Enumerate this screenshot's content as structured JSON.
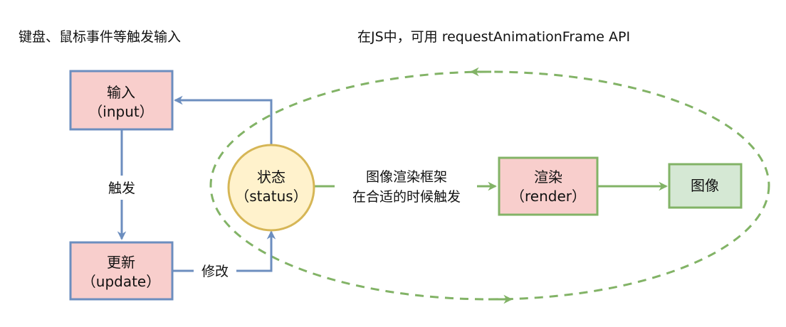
{
  "annotations": {
    "input_events": "键盘、鼠标事件等触发输入",
    "js_api": "在JS中，可用 requestAnimationFrame API"
  },
  "nodes": {
    "input": {
      "line1": "输入",
      "line2": "（input）"
    },
    "update": {
      "line1": "更新",
      "line2": "（update）"
    },
    "status": {
      "line1": "状态",
      "line2": "（status）"
    },
    "render": {
      "line1": "渲染",
      "line2": "（render）"
    },
    "image": {
      "label": "图像"
    }
  },
  "edges": {
    "trigger": "触发",
    "modify": "修改",
    "frame_line1": "图像渲染框架",
    "frame_line2": "在合适的时候触发"
  },
  "colors": {
    "blue_stroke": "#6c8ebf",
    "red_fill": "#f8cecc",
    "green_stroke": "#82b366",
    "green_fill": "#d5e8d4",
    "yellow_fill": "#fff2cc",
    "yellow_stroke": "#d6b656"
  }
}
